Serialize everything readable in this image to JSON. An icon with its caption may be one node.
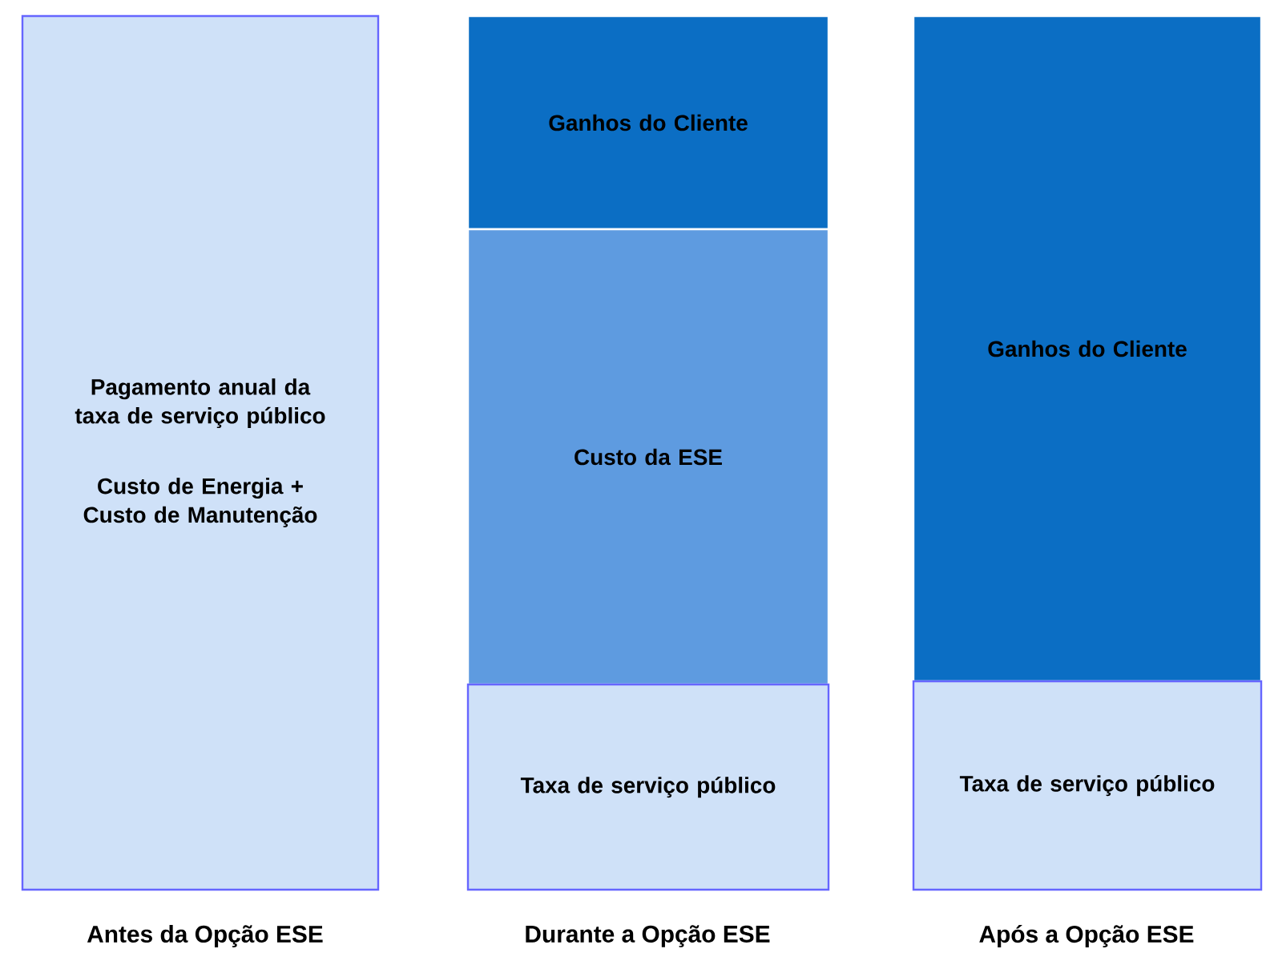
{
  "diagram": {
    "nodes": [
      {
        "text": [
          "Pagamento anual da taxa de serviço público",
          "Custo de Energia + Custo de Manutenção"
        ]
      },
      {
        "text": [
          "Ganhos do Cliente"
        ]
      },
      {
        "text": [
          "Custo da ESE"
        ]
      },
      {
        "text": [
          "Taxa de serviço público"
        ]
      },
      {
        "text": [
          "Ganhos do Cliente"
        ]
      },
      {
        "text": [
          "Taxa de serviço público"
        ]
      }
    ],
    "labels": [
      "Antes da Opção ESE",
      "Durante a Opção ESE",
      "Após a Opção ESE"
    ]
  }
}
